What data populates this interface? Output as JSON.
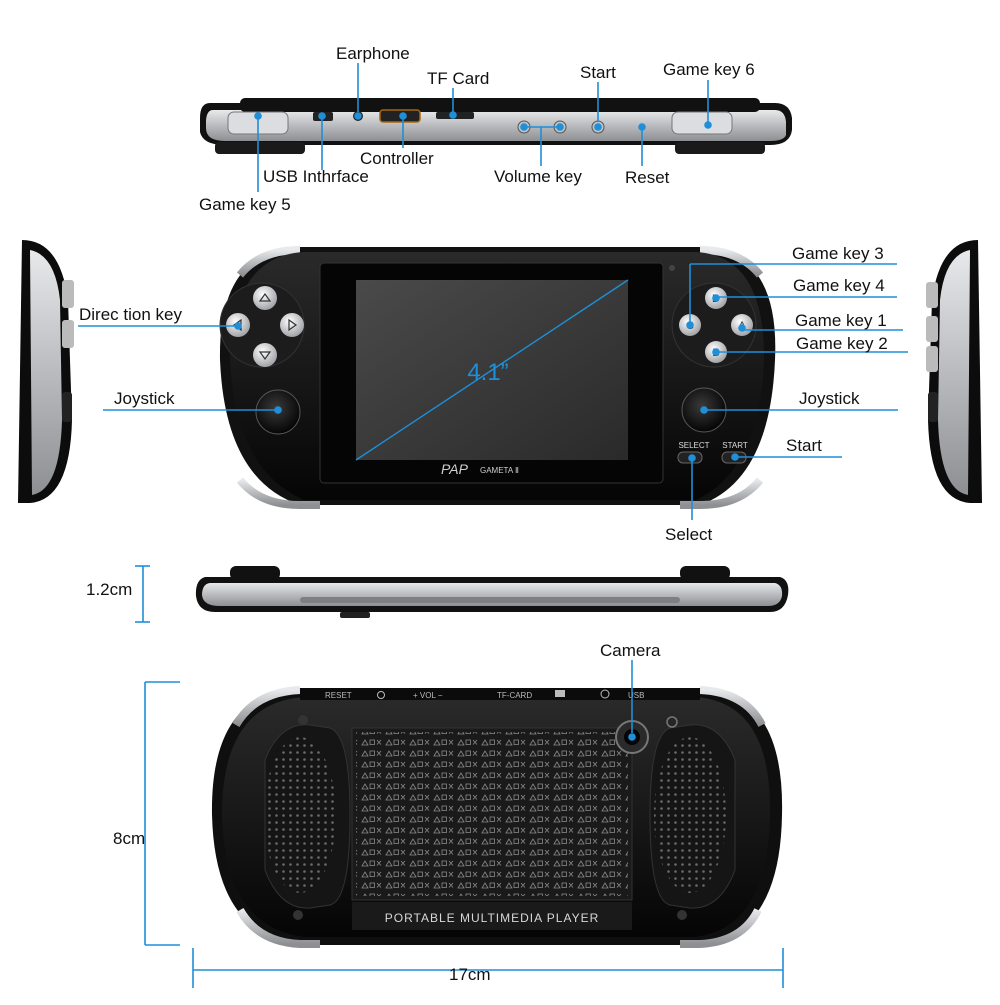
{
  "colors": {
    "callout": "#1e8fd8",
    "body_black": "#0d0d0d",
    "silver": "#c9cbce",
    "screen": "#3b3b3b"
  },
  "device": {
    "screen_size": "4.1”",
    "brand_logo": "PAP",
    "model_name": "GAMETA Ⅱ",
    "back_print": "PORTABLE  MULTIMEDIA  PLAYER",
    "select_print": "SELECT",
    "start_print": "START",
    "back_port_labels": [
      "RESET",
      "+  VOL  −",
      "TF-CARD",
      "USB"
    ]
  },
  "labels": {
    "earphone": "Earphone",
    "tf_card": "TF Card",
    "start_top": "Start",
    "game_key_6": "Game key 6",
    "controller": "Controller",
    "usb_interface": "USB Inthrface",
    "volume_key": "Volume key",
    "reset": "Reset",
    "game_key_5": "Game key 5",
    "direction_key": "Direc tion key",
    "joystick_left": "Joystick",
    "game_key_3": "Game key 3",
    "game_key_4": "Game key 4",
    "game_key_1": "Game key 1",
    "game_key_2": "Game key 2",
    "joystick_right": "Joystick",
    "start_front": "Start",
    "select": "Select",
    "camera": "Camera"
  },
  "dimensions": {
    "thickness": "1.2cm",
    "height": "8cm",
    "width": "17cm"
  }
}
